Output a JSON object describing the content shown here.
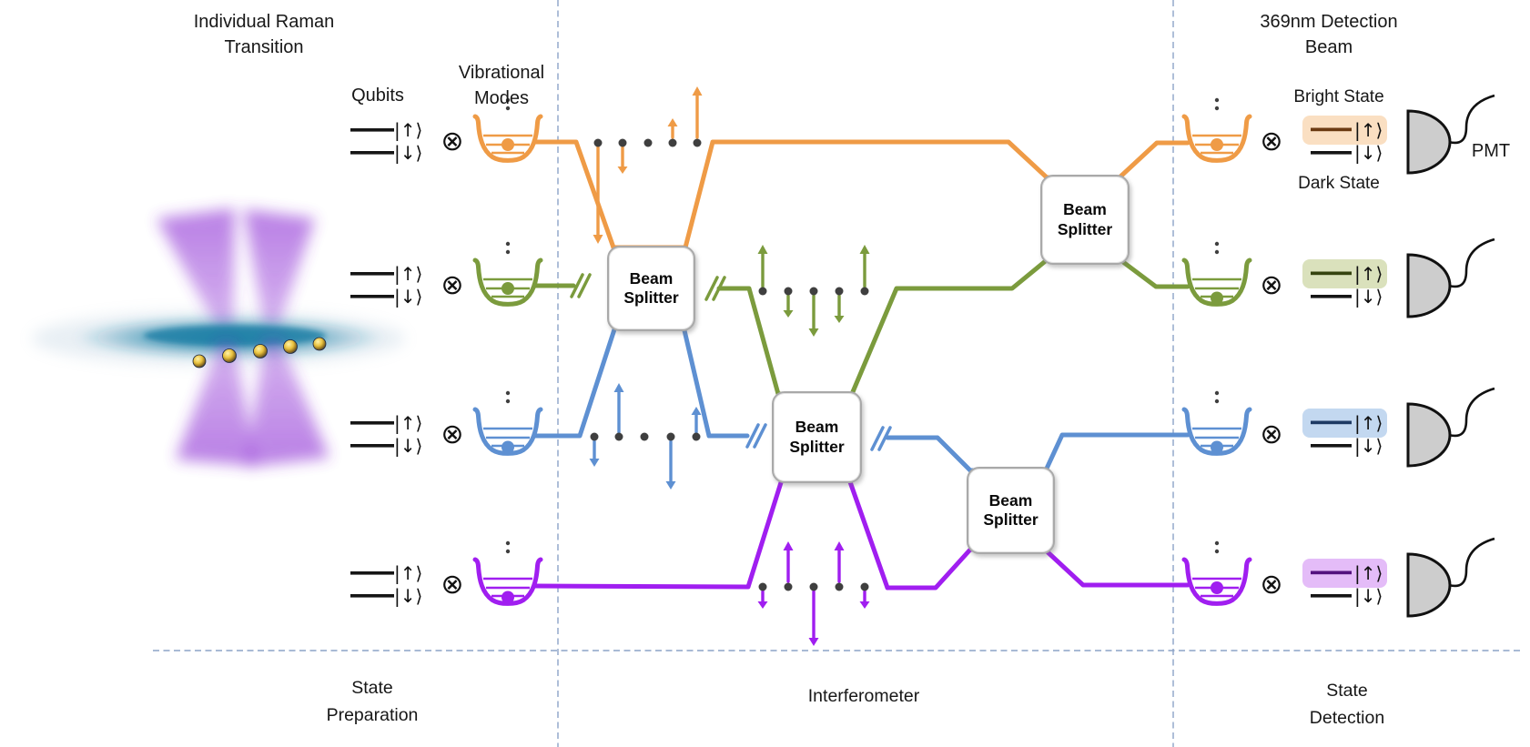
{
  "titles": {
    "raman": "Individual Raman\nTransition",
    "qubits": "Qubits",
    "vibrational_modes": "Vibrational\nModes",
    "detection_beam": "369nm Detection\nBeam",
    "bright_state": "Bright State",
    "dark_state": "Dark State",
    "pmt": "PMT"
  },
  "sections": {
    "state_preparation": "State\nPreparation",
    "interferometer": "Interferometer",
    "state_detection": "State\nDetection"
  },
  "beam_splitter_label": "Beam\nSplitter",
  "kets": {
    "up": "|↑⟩",
    "down": "|↓⟩"
  },
  "tensor_symbol": "⊗",
  "modes": [
    {
      "name": "orange-mode",
      "left_trap_phonon": "middle",
      "right_trap_phonon": "middle"
    },
    {
      "name": "green-mode",
      "left_trap_phonon": "middle",
      "right_trap_phonon": "bottom"
    },
    {
      "name": "blue-mode",
      "left_trap_phonon": "bottom",
      "right_trap_phonon": "bottom"
    },
    {
      "name": "purple-mode",
      "left_trap_phonon": "bottom",
      "right_trap_phonon": "middle"
    }
  ],
  "colors": {
    "orange": "#EF9B46",
    "green": "#7B9B3D",
    "blue": "#5E90D2",
    "purple": "#A01EF0",
    "orange_highlight": "#FADFC2",
    "green_highlight": "#DAE1BC",
    "blue_highlight": "#C3D8F0",
    "purple_highlight": "#E4BCF8",
    "orange_dark": "#6B3A12",
    "green_dark": "#35430F",
    "blue_dark": "#1E3A63",
    "purple_dark": "#53127E",
    "dashed": "#8BA3C7",
    "ion_dot": "#3F3F3F",
    "pmt_fill": "#CDCDCD",
    "laser_purple": "#9136D6",
    "trap_glow_blue": "#1B7FA6",
    "ion_gold": "#E9C23F"
  }
}
